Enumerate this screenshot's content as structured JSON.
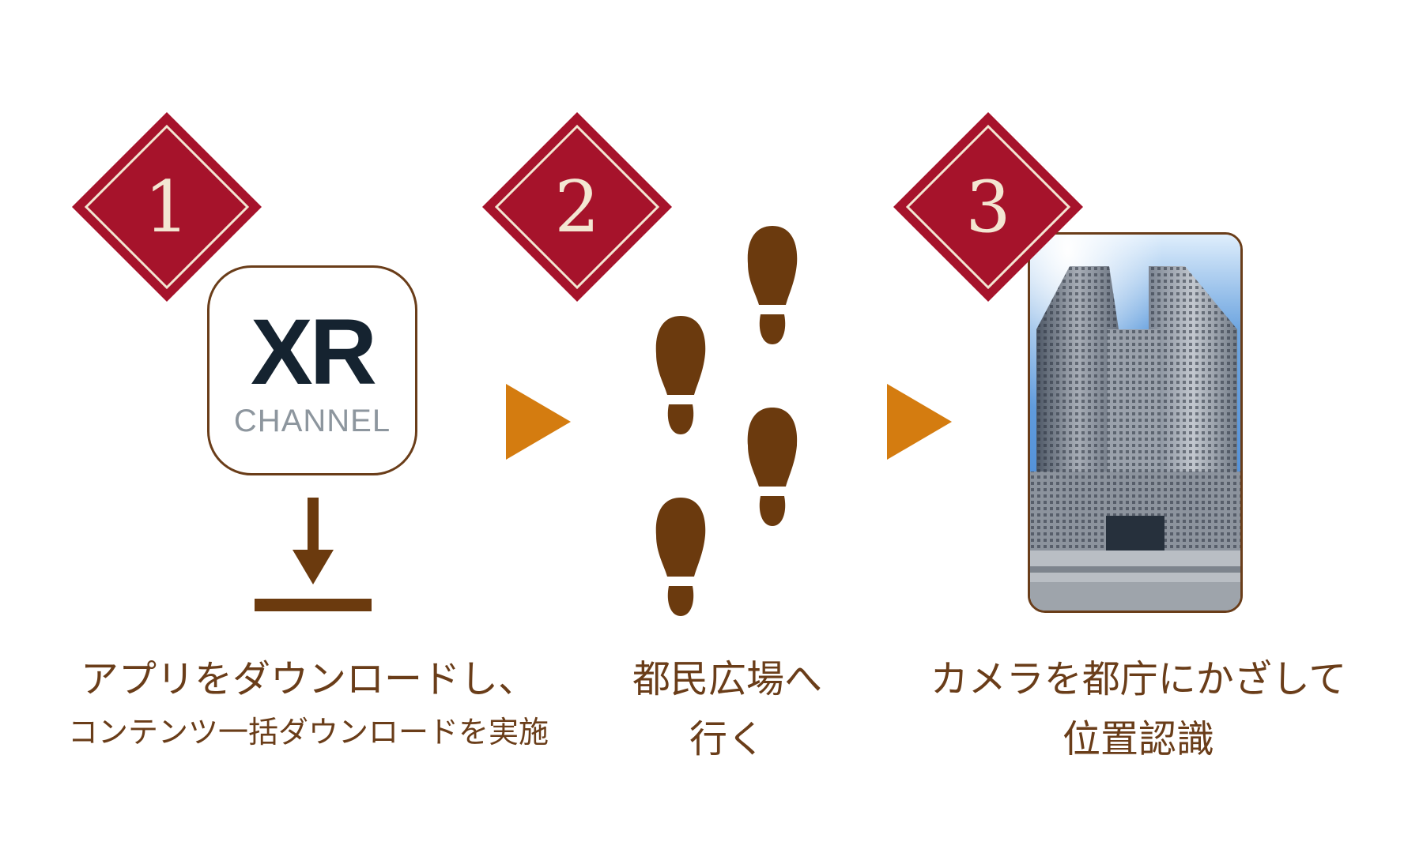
{
  "steps": [
    {
      "number": "1",
      "caption_line1": "アプリをダウンロードし、",
      "caption_line2": "コンテンツ一括ダウンロードを実施",
      "icon": "app-icon-xr-channel"
    },
    {
      "number": "2",
      "caption_line1": "都民広場へ",
      "caption_line2": "行く",
      "icon": "footprints-icon"
    },
    {
      "number": "3",
      "caption_line1": "カメラを都庁にかざして",
      "caption_line2": "位置認識",
      "icon": "tokyo-building-photo"
    }
  ],
  "app": {
    "logo_main": "XR",
    "logo_sub": "CHANNEL"
  },
  "colors": {
    "badge_red": "#a6132b",
    "badge_text": "#f3e6d2",
    "brown": "#6a3d19",
    "footprint_brown": "#6b3a0e",
    "arrow_orange": "#d47c10",
    "logo_dark": "#152330",
    "logo_grey": "#8d969e"
  }
}
